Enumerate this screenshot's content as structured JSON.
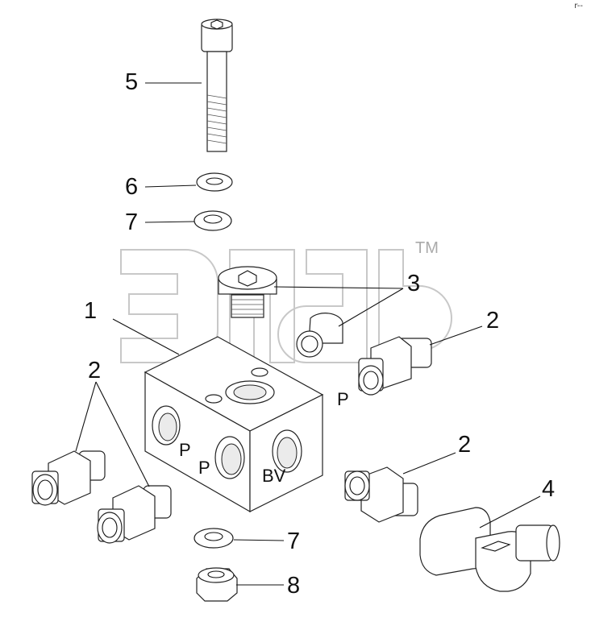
{
  "corner_mark": "r--",
  "watermark": {
    "tm": "TM"
  },
  "callouts": {
    "c1": "1",
    "c2_left": "2",
    "c2_right_top": "2",
    "c2_right_mid": "2",
    "c3": "3",
    "c4": "4",
    "c5": "5",
    "c6": "6",
    "c7_top": "7",
    "c7_bottom": "7",
    "c8": "8"
  },
  "ports": {
    "p_right": "P",
    "p_front_a": "P",
    "p_front_b": "P",
    "bv": "BV"
  }
}
